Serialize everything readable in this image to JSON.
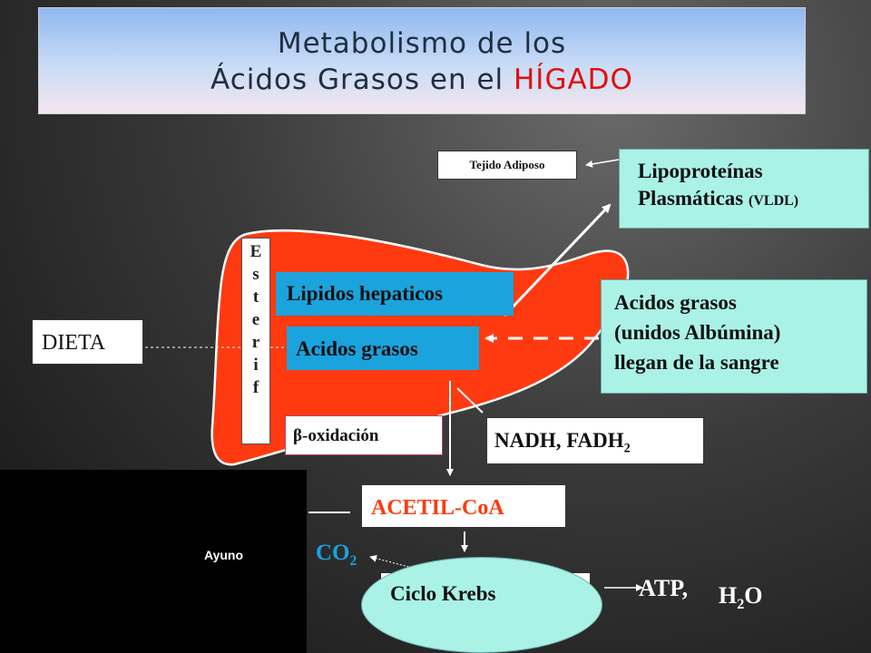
{
  "title": {
    "line1": "Metabolismo de los",
    "line2_prefix": "Ácidos Grasos en el ",
    "line2_highlight": "HÍGADO"
  },
  "labels": {
    "tejido_adiposo": "Tejido Adiposo",
    "lipoproteinas_line1": "Lipoproteínas",
    "lipoproteinas_line2": "Plasmáticas",
    "vldl": "(VLDL)",
    "esterif": [
      "E",
      "s",
      "t",
      "e",
      "r",
      "i",
      "f"
    ],
    "lipidos_hepaticos": "Lipidos hepaticos",
    "acidos_grasos": "Acidos grasos",
    "dieta": "DIETA",
    "albumina_line1": "Acidos grasos",
    "albumina_line2": "(unidos Albúmina)",
    "albumina_line3": "llegan de la sangre",
    "beta_symbol": "β",
    "beta_oxidacion": "-oxidación",
    "nadh": "NADH, FADH",
    "nadh_sub": "2",
    "acetil_coa": "ACETIL-CoA",
    "ayuno": "Ayuno",
    "co2": "CO",
    "co2_sub": "2",
    "ciclo_krebs": "Ciclo Krebs",
    "atp": "ATP,",
    "h2o_h": "H",
    "h2o_sub": "2",
    "h2o_o": "O"
  },
  "colors": {
    "liver": "#ff3a10",
    "teal_box": "#aaf2e6",
    "blue_box": "#1aa3dc",
    "acetil_text": "#ff3a10",
    "co2_text": "#1aa3dc",
    "title_highlight": "#e01010"
  }
}
